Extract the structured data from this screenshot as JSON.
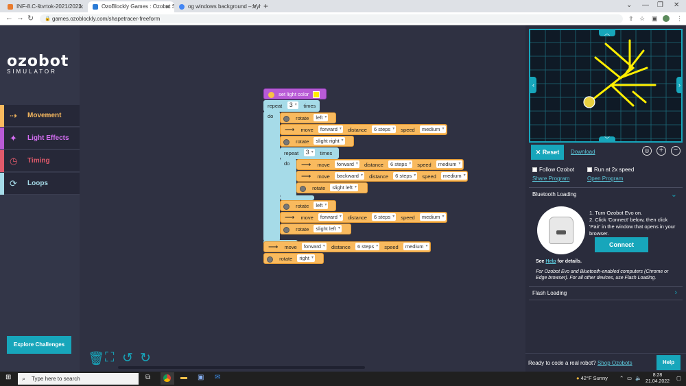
{
  "browser": {
    "tabs": [
      {
        "title": "INF-8.C-štvrtok-2021/2022"
      },
      {
        "title": "OzoBlockly Games : Ozobot Sim"
      },
      {
        "title": "og windows background – Vyhľa"
      }
    ],
    "url": "games.ozoblockly.com/shapetracer-freeform"
  },
  "sidebar": {
    "logo_main": "ozobot",
    "logo_sub": "SIMULATOR",
    "categories": [
      {
        "label": "Movement",
        "color": "#f9ba5e",
        "icon": "arrow-icon"
      },
      {
        "label": "Light Effects",
        "color": "#b85bd6",
        "icon": "lightbulb-icon"
      },
      {
        "label": "Timing",
        "color": "#e05a6b",
        "icon": "clock-icon"
      },
      {
        "label": "Loops",
        "color": "#a6dbe8",
        "icon": "loop-icon"
      }
    ],
    "explore_label": "Explore Challenges"
  },
  "program": {
    "set_light": "set light color",
    "repeat": "repeat",
    "times": "times",
    "do": "do",
    "rotate": "rotate",
    "move": "move",
    "distance": "distance",
    "speed": "speed",
    "outer_count": "3",
    "inner_count": "3",
    "left": "left",
    "right": "right",
    "slight_right": "slight right",
    "slight_left": "slight left",
    "forward": "forward",
    "backward": "backward",
    "steps": "6 steps",
    "medium": "medium"
  },
  "panel": {
    "reset_label": "Reset",
    "download_label": "Download",
    "follow_ozobot": "Follow Ozobot",
    "run_2x": "Run at 2x speed",
    "share_program": "Share Program",
    "open_program": "Open Program",
    "bluetooth_title": "Bluetooth Loading",
    "step1": "1. Turn Ozobot Evo on.",
    "step2": "2. Click 'Connect' below, then click 'Pair' in the window that opens in your browser.",
    "connect_label": "Connect",
    "see_prefix": "See ",
    "see_link": "Help",
    "see_suffix": " for details.",
    "note": "For Ozobot Evo and Bluetooth-enabled computers (Chrome or Edge browser). For all other devices, use Flash Loading.",
    "flash_title": "Flash Loading",
    "ready_text": "Ready to code a real robot? ",
    "shop_link": "Shop Ozobots",
    "help_label": "Help"
  },
  "taskbar": {
    "search_placeholder": "Type here to search",
    "weather": "42°F  Sunny",
    "time": "8:28",
    "date": "21.04.2022"
  },
  "colors": {
    "accent": "#17a6bb",
    "movement": "#f9ba5e",
    "loop": "#a6dbe8",
    "light": "#b85bd6",
    "path": "#ffee00"
  }
}
